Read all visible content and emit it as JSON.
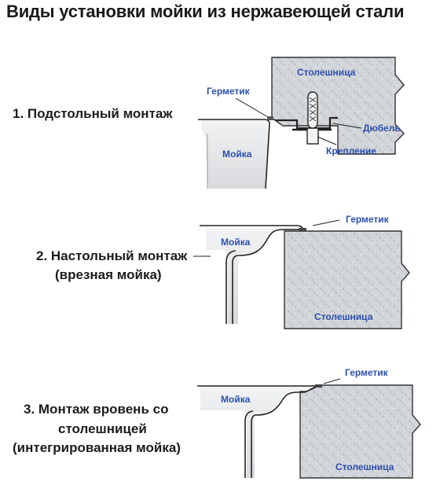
{
  "title": "Виды установки мойки из нержавеющей стали",
  "sections": [
    {
      "caption": [
        "1. Подстольный монтаж"
      ],
      "labels": {
        "countertop": "Столешница",
        "sealant": "Герметик",
        "sink": "Мойка",
        "dowel": "Дюбель",
        "fastening": "Крепление"
      }
    },
    {
      "caption": [
        "2. Настольный монтаж",
        "(врезная мойка)"
      ],
      "labels": {
        "sealant": "Герметик",
        "sink": "Мойка",
        "countertop": "Столешница"
      }
    },
    {
      "caption": [
        "3. Монтаж вровень со",
        "столешницей",
        "(интегрированная мойка)"
      ],
      "labels": {
        "sealant": "Герметик",
        "sink": "Мойка",
        "countertop": "Столешница"
      }
    }
  ],
  "colors": {
    "countertop": "#cfd2d6",
    "sink_metal": "#e6e7e9",
    "label_blue": "#2d4fb0",
    "line": "#222222"
  }
}
